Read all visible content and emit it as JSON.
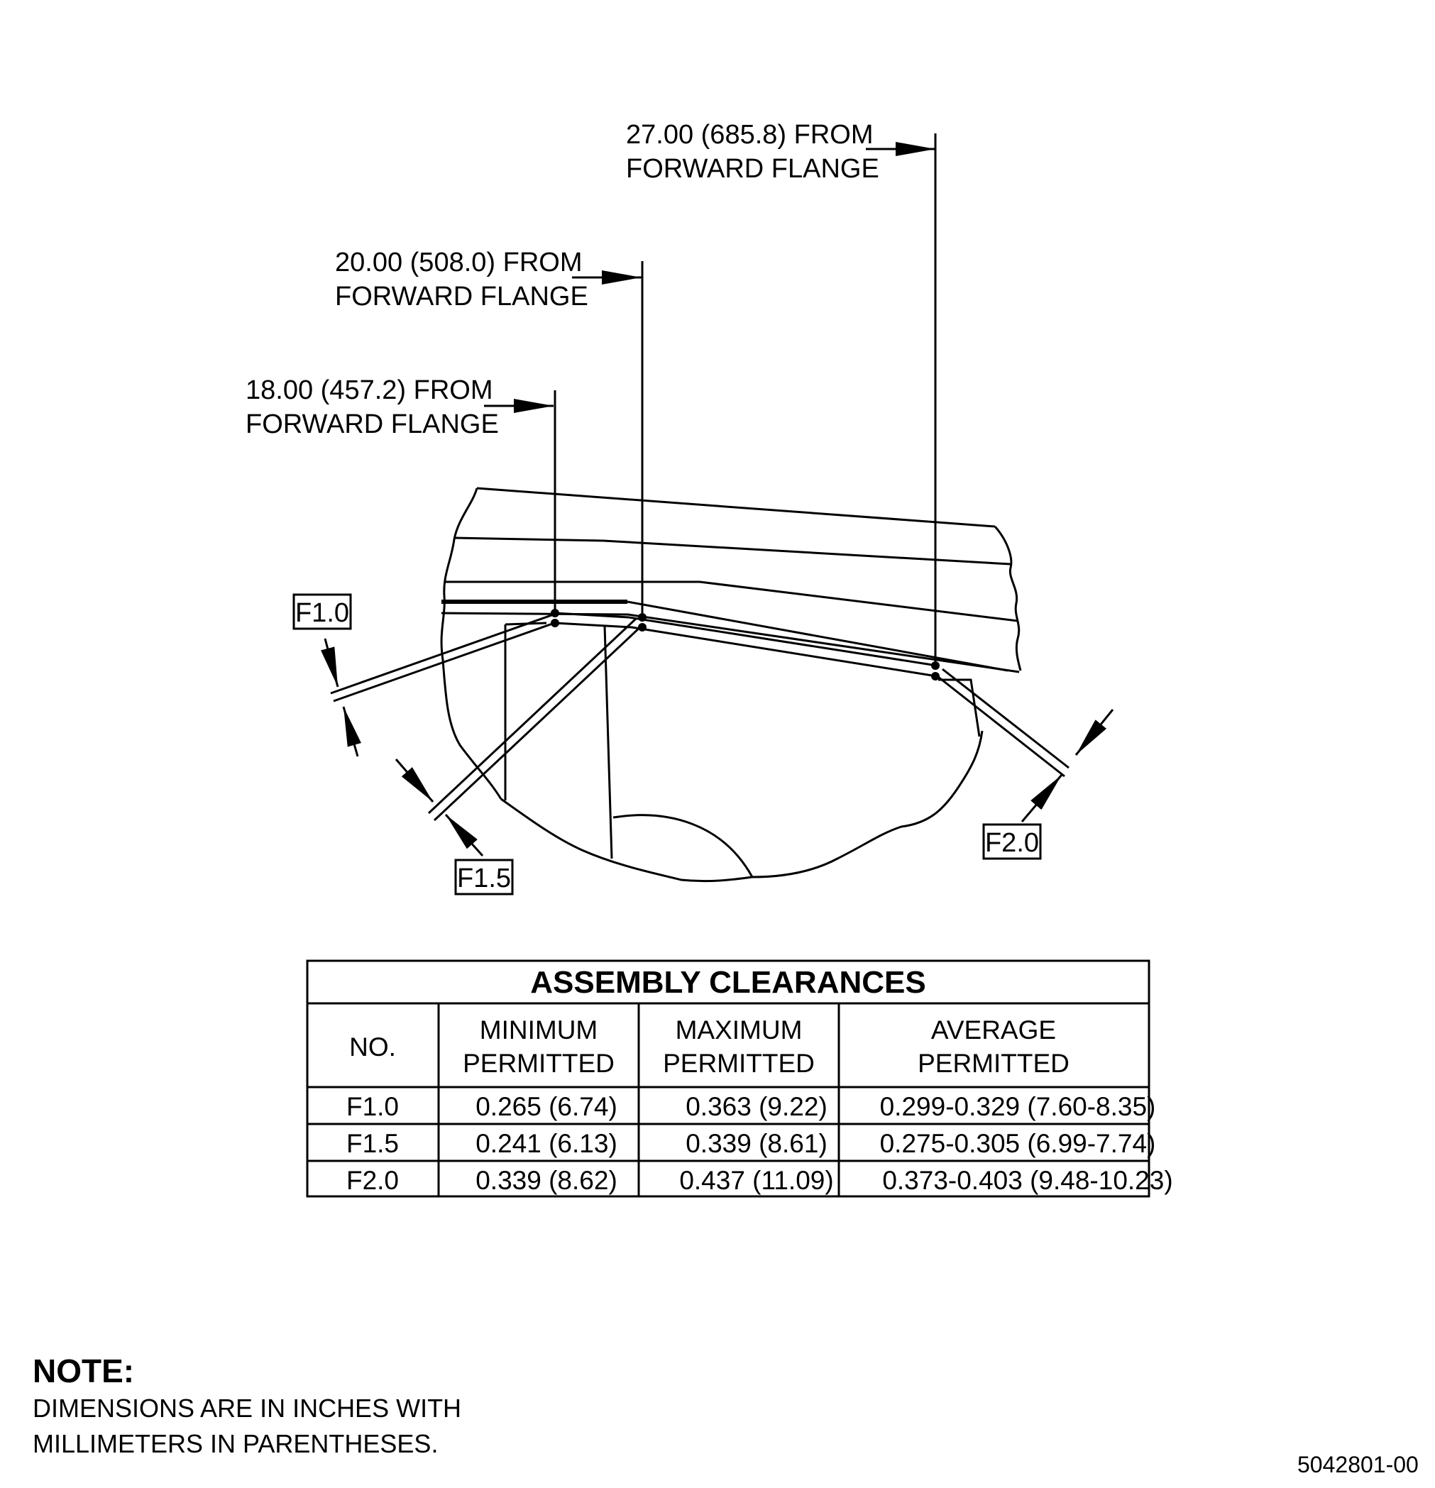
{
  "callouts": [
    {
      "line1": "27.00 (685.8) FROM",
      "line2": "FORWARD FLANGE"
    },
    {
      "line1": "20.00 (508.0) FROM",
      "line2": "FORWARD FLANGE"
    },
    {
      "line1": "18.00 (457.2) FROM",
      "line2": "FORWARD FLANGE"
    }
  ],
  "markers": {
    "f1_0": "F1.0",
    "f1_5": "F1.5",
    "f2_0": "F2.0"
  },
  "table": {
    "title": "ASSEMBLY CLEARANCES",
    "headers": {
      "no": "NO.",
      "min1": "MINIMUM",
      "min2": "PERMITTED",
      "max1": "MAXIMUM",
      "max2": "PERMITTED",
      "avg1": "AVERAGE",
      "avg2": "PERMITTED"
    },
    "rows": [
      {
        "no": "F1.0",
        "min": "0.265 (6.74)",
        "max": "0.363 (9.22)",
        "avg": "0.299-0.329 (7.60-8.35)"
      },
      {
        "no": "F1.5",
        "min": "0.241 (6.13)",
        "max": "0.339 (8.61)",
        "avg": "0.275-0.305 (6.99-7.74)"
      },
      {
        "no": "F2.0",
        "min": "0.339 (8.62)",
        "max": "0.437 (11.09)",
        "avg": "0.373-0.403 (9.48-10.23)"
      }
    ]
  },
  "note": {
    "heading": "NOTE:",
    "line1": "DIMENSIONS ARE IN INCHES WITH",
    "line2": "MILLIMETERS IN PARENTHESES."
  },
  "drawing_number": "5042801-00"
}
